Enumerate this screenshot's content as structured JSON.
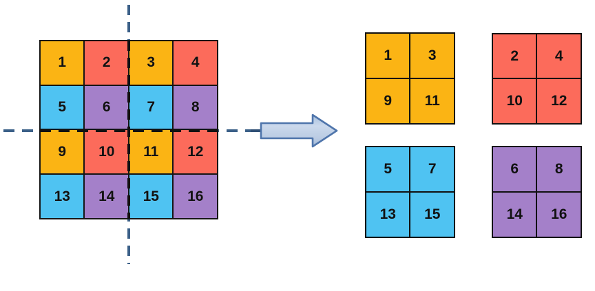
{
  "diagram": {
    "title": "4x4 grid split into four 2x2 sub-grids by symmetry lines",
    "palette": {
      "orange": "#FBB414",
      "red": "#FC6B5B",
      "blue": "#4FC3F2",
      "purple": "#A480C9",
      "cell_border": "#111111",
      "dash_line": "#3B6088",
      "arrow_fill_light": "#C9D8EC",
      "arrow_fill_dark": "#9FB8D8",
      "arrow_border": "#4F75AB"
    }
  },
  "main_grid": {
    "label": "source-grid",
    "rows": 4,
    "cols": 4,
    "cells": [
      {
        "value": "1",
        "color": "orange"
      },
      {
        "value": "2",
        "color": "red"
      },
      {
        "value": "3",
        "color": "orange"
      },
      {
        "value": "4",
        "color": "red"
      },
      {
        "value": "5",
        "color": "blue"
      },
      {
        "value": "6",
        "color": "purple"
      },
      {
        "value": "7",
        "color": "blue"
      },
      {
        "value": "8",
        "color": "purple"
      },
      {
        "value": "9",
        "color": "orange"
      },
      {
        "value": "10",
        "color": "red"
      },
      {
        "value": "11",
        "color": "orange"
      },
      {
        "value": "12",
        "color": "red"
      },
      {
        "value": "13",
        "color": "blue"
      },
      {
        "value": "14",
        "color": "purple"
      },
      {
        "value": "15",
        "color": "blue"
      },
      {
        "value": "16",
        "color": "purple"
      }
    ]
  },
  "symmetry_lines": {
    "vertical": {
      "label": "vertical-dashed-line",
      "style": "dashed"
    },
    "horizontal": {
      "label": "horizontal-dashed-line",
      "style": "dashed"
    }
  },
  "arrow": {
    "label": "transform-arrow",
    "direction": "right"
  },
  "sub_grids": [
    {
      "label": "orange-subgrid",
      "color": "orange",
      "rows": 2,
      "cols": 2,
      "cells": [
        "1",
        "3",
        "9",
        "11"
      ]
    },
    {
      "label": "red-subgrid",
      "color": "red",
      "rows": 2,
      "cols": 2,
      "cells": [
        "2",
        "4",
        "10",
        "12"
      ]
    },
    {
      "label": "blue-subgrid",
      "color": "blue",
      "rows": 2,
      "cols": 2,
      "cells": [
        "5",
        "7",
        "13",
        "15"
      ]
    },
    {
      "label": "purple-subgrid",
      "color": "purple",
      "rows": 2,
      "cols": 2,
      "cells": [
        "6",
        "8",
        "14",
        "16"
      ]
    }
  ]
}
